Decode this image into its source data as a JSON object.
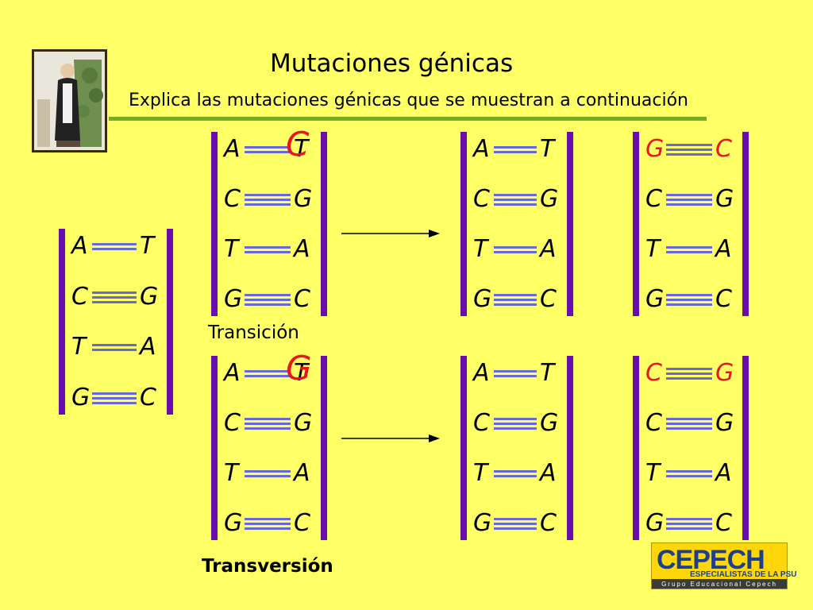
{
  "header": {
    "title": "Mutaciones génicas",
    "subtitle": "Explica las mutaciones génicas que se muestran a continuación"
  },
  "labels": {
    "transicion": "Transición",
    "transversion": "Transversión"
  },
  "logo": {
    "brand": "CEPECH",
    "tagline": "ESPECIALISTAS DE LA PSU",
    "group": "Grupo Educacional Cepech"
  },
  "colors": {
    "background": "#FFFF66",
    "rail": "#6A0DAD",
    "bond": "#6666DD",
    "mutation": "#E8141E",
    "rule": "#6BAF2C"
  },
  "ladders": [
    {
      "id": "original",
      "pairs": [
        {
          "l": "A",
          "r": "T",
          "bonds": 2
        },
        {
          "l": "C",
          "r": "G",
          "bonds": 3
        },
        {
          "l": "T",
          "r": "A",
          "bonds": 2
        },
        {
          "l": "G",
          "r": "C",
          "bonds": 3
        }
      ]
    },
    {
      "id": "transicion-inicio",
      "pairs": [
        {
          "l": "A",
          "r": "T",
          "bonds": 2,
          "overlay": "C"
        },
        {
          "l": "C",
          "r": "G",
          "bonds": 3
        },
        {
          "l": "T",
          "r": "A",
          "bonds": 2
        },
        {
          "l": "G",
          "r": "C",
          "bonds": 3
        }
      ]
    },
    {
      "id": "transicion-hija-1",
      "pairs": [
        {
          "l": "A",
          "r": "T",
          "bonds": 2
        },
        {
          "l": "C",
          "r": "G",
          "bonds": 3
        },
        {
          "l": "T",
          "r": "A",
          "bonds": 2
        },
        {
          "l": "G",
          "r": "C",
          "bonds": 3
        }
      ]
    },
    {
      "id": "transicion-hija-2",
      "pairs": [
        {
          "l": "G",
          "r": "C",
          "bonds": 3,
          "red": true
        },
        {
          "l": "C",
          "r": "G",
          "bonds": 3
        },
        {
          "l": "T",
          "r": "A",
          "bonds": 2
        },
        {
          "l": "G",
          "r": "C",
          "bonds": 3
        }
      ]
    },
    {
      "id": "transversion-inicio",
      "pairs": [
        {
          "l": "A",
          "r": "T",
          "bonds": 2,
          "overlay": "G"
        },
        {
          "l": "C",
          "r": "G",
          "bonds": 3
        },
        {
          "l": "T",
          "r": "A",
          "bonds": 2
        },
        {
          "l": "G",
          "r": "C",
          "bonds": 3
        }
      ]
    },
    {
      "id": "transversion-hija-1",
      "pairs": [
        {
          "l": "A",
          "r": "T",
          "bonds": 2
        },
        {
          "l": "C",
          "r": "G",
          "bonds": 3
        },
        {
          "l": "T",
          "r": "A",
          "bonds": 2
        },
        {
          "l": "G",
          "r": "C",
          "bonds": 3
        }
      ]
    },
    {
      "id": "transversion-hija-2",
      "pairs": [
        {
          "l": "C",
          "r": "G",
          "bonds": 3,
          "red": true
        },
        {
          "l": "C",
          "r": "G",
          "bonds": 3
        },
        {
          "l": "T",
          "r": "A",
          "bonds": 2
        },
        {
          "l": "G",
          "r": "C",
          "bonds": 3
        }
      ]
    }
  ]
}
